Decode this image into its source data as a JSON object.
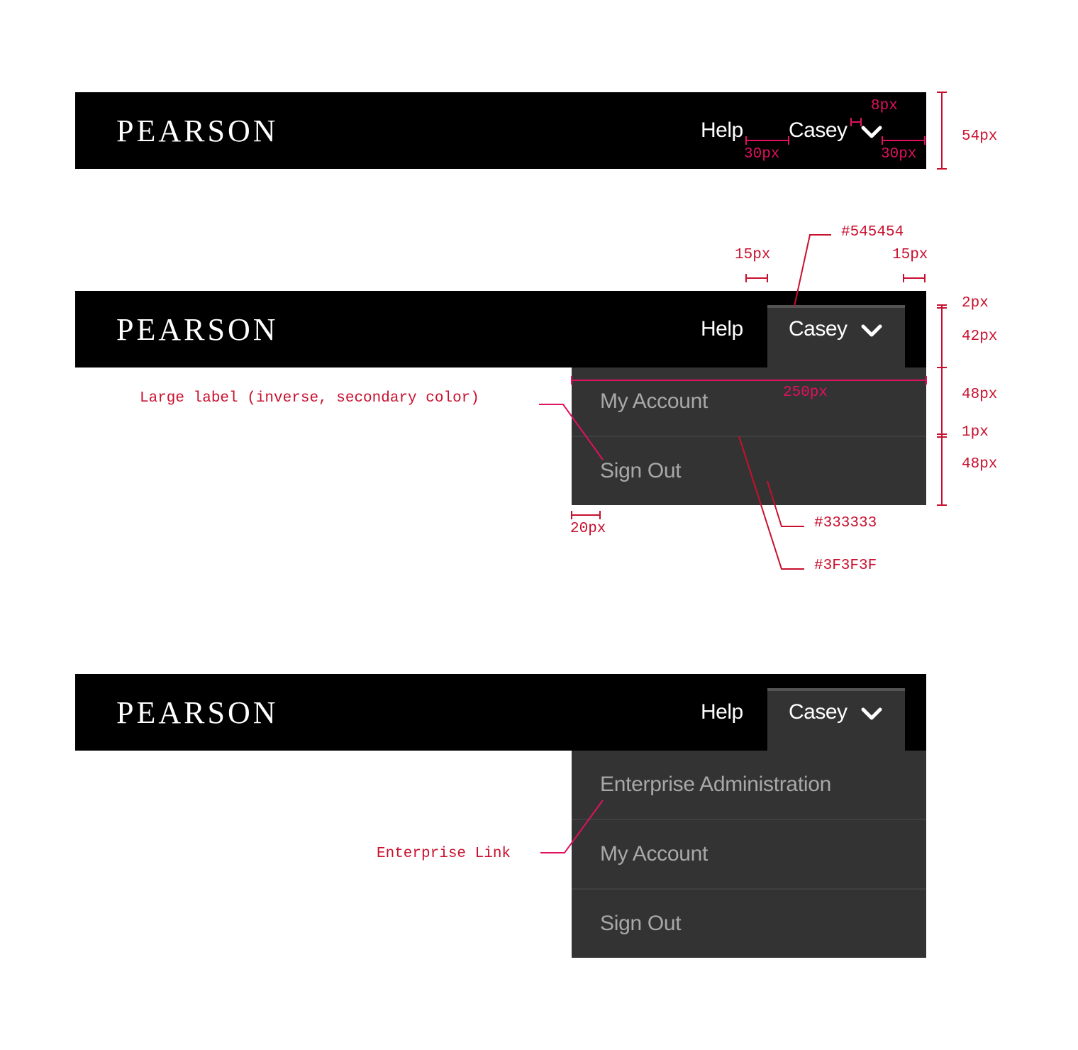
{
  "header": {
    "logo": "PEARSON",
    "help_label": "Help",
    "user_label": "Casey"
  },
  "dropdown_basic": {
    "items": [
      {
        "label": "My Account"
      },
      {
        "label": "Sign Out"
      }
    ]
  },
  "dropdown_enterprise": {
    "items": [
      {
        "label": "Enterprise Administration"
      },
      {
        "label": "My Account"
      },
      {
        "label": "Sign Out"
      }
    ]
  },
  "annotations": {
    "gap_8": "8px",
    "gap_30_a": "30px",
    "gap_30_b": "30px",
    "height_54": "54px",
    "color_545454": "#545454",
    "pad_15_a": "15px",
    "pad_15_b": "15px",
    "h_2": "2px",
    "h_42": "42px",
    "h_48_a": "48px",
    "h_1": "1px",
    "h_48_b": "48px",
    "width_250": "250px",
    "large_label": "Large label (inverse, secondary color)",
    "pad_20": "20px",
    "color_333333": "#333333",
    "color_3f3f3f": "#3F3F3F",
    "enterprise_link": "Enterprise Link"
  },
  "colors": {
    "bar": "#000000",
    "menu_bg": "#333333",
    "divider": "#3F3F3F",
    "active_top_border": "#545454",
    "menu_text": "#a8a8a8",
    "annotation": "#e0115f"
  }
}
